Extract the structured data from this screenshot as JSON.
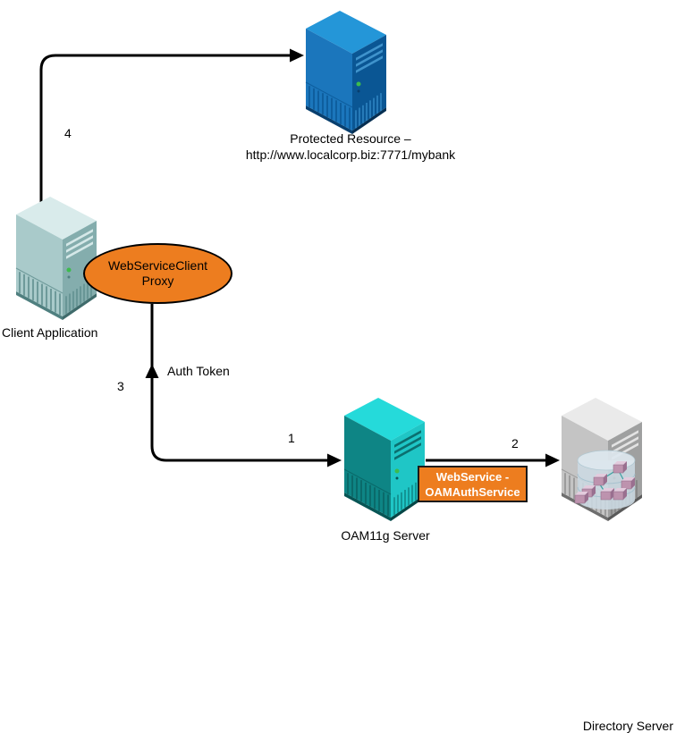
{
  "nodes": {
    "protected_resource": {
      "name_line1": "Protected Resource –",
      "name_line2": "http://www.localcorp.biz:7771/mybank"
    },
    "client_application": {
      "name": "Client Application"
    },
    "oam_server": {
      "name": "OAM11g Server"
    },
    "directory_server": {
      "name": "Directory Server"
    }
  },
  "proxy_ellipse": {
    "line1": "WebServiceClient",
    "line2": "Proxy"
  },
  "service_box": {
    "line1": "WebService -",
    "line2": "OAMAuthService"
  },
  "flow": {
    "step1": {
      "label": "1"
    },
    "step2": {
      "label": "2"
    },
    "step3": {
      "label": "3",
      "annotation": "Auth Token"
    },
    "step4": {
      "label": "4"
    }
  },
  "colors": {
    "background": "#FFFFFF",
    "arrow_black": "#000000",
    "accent_orange": "#ED7D1F",
    "box_text_white": "#FFFFFF",
    "protected_server_blue": "#1B76BC",
    "client_server_gray_teal": "#A9CACA",
    "oam_server_cyan": "#12B9B9",
    "directory_server_gray": "#C4C4C4",
    "led_green": "#3DBB4D",
    "database_cube_pink": "#BD93AE"
  }
}
